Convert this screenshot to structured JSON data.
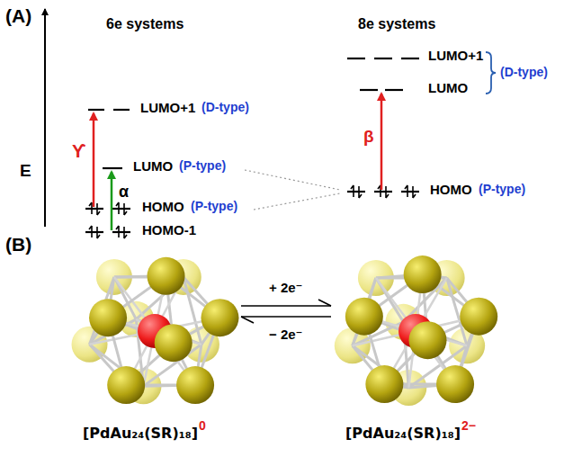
{
  "diagram": {
    "labels": [
      "(A)",
      "E",
      "6e systems",
      "8e systems",
      "LUMO+1",
      "(D-type)",
      "LUMO",
      "(P-type)",
      "HOMO",
      "(P-type)",
      "HOMO-1",
      "ϒ",
      "α",
      "LUMO+1",
      "LUMO",
      "(D-type)",
      "β",
      "HOMO",
      "(P-type)",
      "(B)",
      "+ 2e⁻",
      "− 2e⁻",
      "[PdAu₂₄(SR)₁₈]",
      "0",
      "[PdAu₂₄(SR)₁₈]",
      "2−"
    ]
  }
}
